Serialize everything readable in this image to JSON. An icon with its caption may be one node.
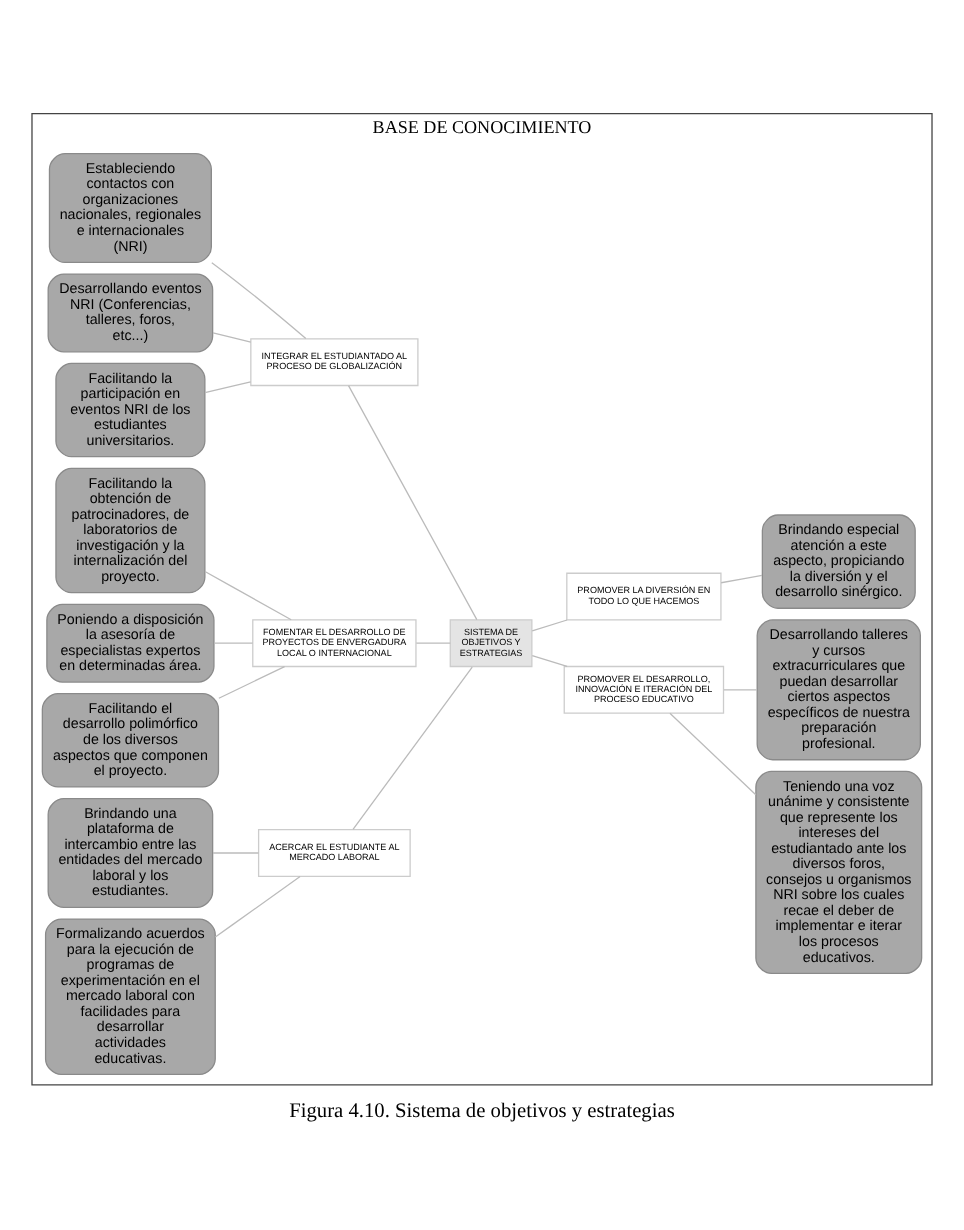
{
  "diagram": {
    "caption": "Figura 4.10. Sistema de objetivos y estrategias",
    "nodes": [
      {
        "text": [
          "BASE DE CONOCIMIENTO"
        ]
      },
      {
        "text": [
          "Estableciendo contactos con organizaciones nacionales, regionales e internacionales (NRI)"
        ],
        "in": 0
      },
      {
        "text": [
          "Desarrollando eventos NRI (Conferencias, talleres, foros, etc...)"
        ],
        "in": 0
      },
      {
        "text": [
          "Facilitando la participación en eventos NRI de los estudiantes universitarios."
        ],
        "in": 0
      },
      {
        "text": [
          "INTEGRAR EL ESTUDIANTADO AL PROCESO DE GLOBALIZACIÓN"
        ],
        "in": 0
      },
      {
        "text": [
          "Teniendo una voz unánime y consistente que represente los intereses del estudiantado ante los diversos foros, consejos u organismos NRI sobre los cuales recae el deber de implementar e iterar los procesos educativos."
        ],
        "in": 0
      },
      {
        "text": [
          "PROMOVER EL DESARROLLO, INNOVACIÓN E ITERACIÓN DEL PROCESO EDUCATIVO"
        ],
        "in": 0
      },
      {
        "text": [
          "Desarrollando talleres y cursos extracurriculares que puedan desarrollar ciertos aspectos específicos de nuestra preparación profesional."
        ],
        "in": 0
      },
      {
        "text": [
          "Facilitando la obtención de patrocinadores, de laboratorios de investigación y la internalización del proyecto."
        ],
        "in": 0
      },
      {
        "text": [
          "Poniendo a disposición la asesoría de especialistas expertos en determinadas área."
        ],
        "in": 0
      },
      {
        "text": [
          "Facilitando el desarrollo polimórfico de los diversos aspectos que componen el proyecto."
        ],
        "in": 0
      },
      {
        "text": [
          "FOMENTAR EL DESARROLLO DE PROYECTOS DE ENVERGADURA LOCAL O INTERNACIONAL"
        ],
        "in": 0
      },
      {
        "text": [
          "SISTEMA DE OBJETIVOS Y ESTRATEGIAS"
        ],
        "in": 0
      },
      {
        "text": [
          "PROMOVER LA DIVERSIÓN EN TODO LO QUE HACEMOS"
        ],
        "in": 0
      },
      {
        "text": [
          "Brindando especial atención a este aspecto, propiciando la diversión y el desarrollo sinérgico."
        ],
        "in": 0
      },
      {
        "text": [
          "Brindando una plataforma de intercambio entre las entidades del mercado laboral y los estudiantes."
        ],
        "in": 0
      },
      {
        "text": [
          "Formalizando acuerdos para la ejecución de programas de experimentación en el mercado laboral con facilidades para desarrollar actividades educativas."
        ],
        "in": 0
      },
      {
        "text": [
          "ACERCAR EL ESTUDIANTE AL MERCADO LABORAL"
        ],
        "in": 0
      }
    ],
    "edges": [
      {
        "from": 1,
        "to": 4,
        "arrow": "none"
      },
      {
        "from": 2,
        "to": 4,
        "arrow": "none"
      },
      {
        "from": 3,
        "to": 4,
        "arrow": "none"
      },
      {
        "from": 8,
        "to": 11,
        "arrow": "none"
      },
      {
        "from": 9,
        "to": 11,
        "arrow": "none"
      },
      {
        "from": 10,
        "to": 11,
        "arrow": "none"
      },
      {
        "from": 15,
        "to": 17,
        "arrow": "none"
      },
      {
        "from": 16,
        "to": 17,
        "arrow": "none"
      },
      {
        "from": 4,
        "to": 12,
        "arrow": "none"
      },
      {
        "from": 11,
        "to": 12,
        "arrow": "none"
      },
      {
        "from": 17,
        "to": 12,
        "arrow": "none"
      },
      {
        "from": 12,
        "to": 6,
        "arrow": "none"
      },
      {
        "from": 12,
        "to": 13,
        "arrow": "none"
      },
      {
        "from": 6,
        "to": 5,
        "arrow": "none"
      },
      {
        "from": 6,
        "to": 7,
        "arrow": "none"
      },
      {
        "from": 13,
        "to": 14,
        "arrow": "none"
      }
    ]
  }
}
